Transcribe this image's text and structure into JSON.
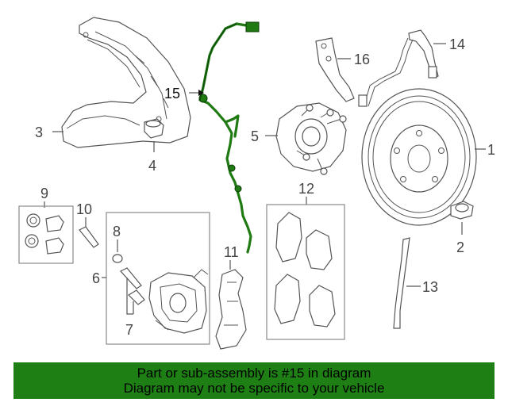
{
  "callouts": {
    "c1": "1",
    "c2": "2",
    "c3": "3",
    "c4": "4",
    "c5": "5",
    "c6": "6",
    "c7": "7",
    "c8": "8",
    "c9": "9",
    "c10": "10",
    "c11": "11",
    "c12": "12",
    "c13": "13",
    "c14": "14",
    "c15": "15",
    "c16": "16"
  },
  "highlight": {
    "part_number": "15",
    "color": "#1f7a12"
  },
  "banner": {
    "line1": "Part or sub-assembly is #15 in diagram",
    "line2": "Diagram may not be specific to your vehicle",
    "color": "#1e8014"
  }
}
